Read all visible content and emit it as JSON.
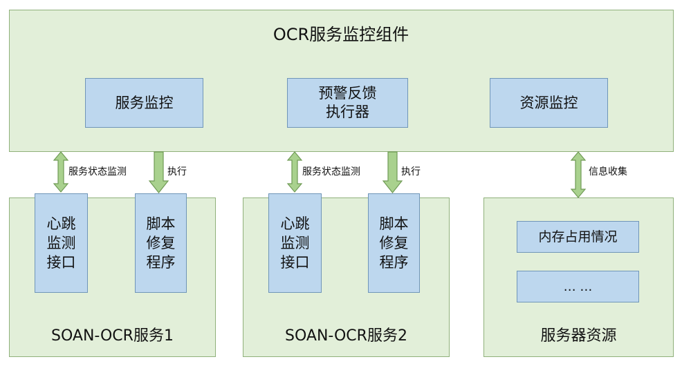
{
  "top": {
    "title": "OCR服务监控组件",
    "boxes": {
      "monitor": "服务监控",
      "alert": "预警反馈\n执行器",
      "resource": "资源监控"
    }
  },
  "arrows": {
    "status1": "服务状态监测",
    "exec1": "执行",
    "status2": "服务状态监测",
    "exec2": "执行",
    "collect": "信息收集"
  },
  "services": [
    {
      "title": "SOAN-OCR服务1",
      "heartbeat": [
        "心跳",
        "监测",
        "接口"
      ],
      "repair": [
        "脚本",
        "修复",
        "程序"
      ]
    },
    {
      "title": "SOAN-OCR服务2",
      "heartbeat": [
        "心跳",
        "监测",
        "接口"
      ],
      "repair": [
        "脚本",
        "修复",
        "程序"
      ]
    }
  ],
  "server": {
    "title": "服务器资源",
    "memory": "内存占用情况",
    "more": "… …"
  },
  "colors": {
    "green_fill": "#e2efd9",
    "blue_fill": "#bdd7ee",
    "arrow_fill": "#a9d18e"
  }
}
